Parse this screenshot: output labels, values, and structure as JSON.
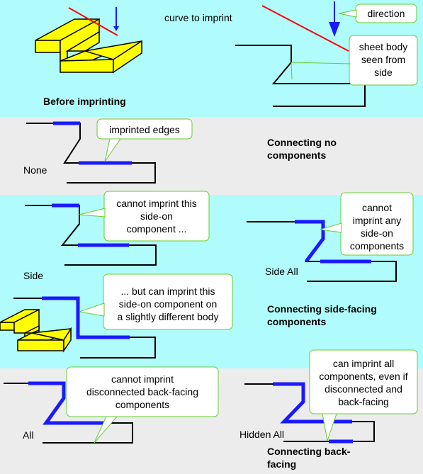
{
  "labels": {
    "curve_to_imprint": "curve to imprint",
    "before_imprinting": "Before imprinting",
    "none": "None",
    "side": "Side",
    "side_all": "Side All",
    "all": "All",
    "hidden_all": "Hidden All",
    "connecting_no_1": "Connecting no",
    "connecting_no_2": "components",
    "connecting_side_1": "Connecting side-facing",
    "connecting_side_2": "components",
    "connecting_back_1": "Connecting back-",
    "connecting_back_2": "facing"
  },
  "callouts": {
    "direction": "direction",
    "sheet_body": [
      "sheet body",
      "seen from",
      "side"
    ],
    "imprinted_edges": "imprinted edges",
    "cannot_side_on": [
      "cannot imprint this",
      "side-on",
      "component ..."
    ],
    "cannot_any": [
      "cannot",
      "imprint any",
      "side-on",
      "components"
    ],
    "but_can": [
      "... but can imprint this",
      "side-on component on",
      "a slightly different body"
    ],
    "cannot_disconnected": [
      "cannot imprint",
      "disconnected back-facing",
      "components"
    ],
    "can_all": [
      "can imprint all",
      "components, even if",
      "disconnected and",
      "back-facing"
    ]
  },
  "colors": {
    "band_cyan": "#b0fbfb",
    "band_grey": "#ececec",
    "imprint_blue": "#1a1aff",
    "curve_red": "#ff0000",
    "solid_yellow": "#ffff00",
    "leader_green": "#66cc33"
  }
}
